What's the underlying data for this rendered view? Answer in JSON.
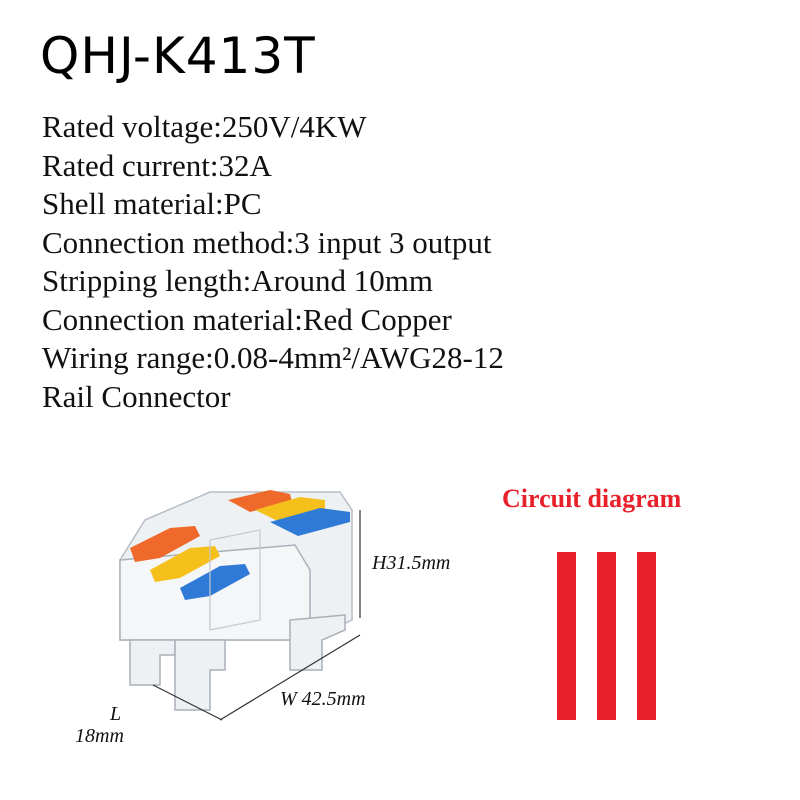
{
  "product": {
    "title": "QHJ-K413T",
    "specs": [
      "Rated voltage:250V/4KW",
      "Rated current:32A",
      "Shell material:PC",
      "Connection method:3 input 3 output",
      "Stripping length:Around 10mm",
      "Connection material:Red Copper",
      "Wiring range:0.08-4mm²/AWG28-12",
      "Rail Connector"
    ]
  },
  "dimensions": {
    "height": "H31.5mm",
    "width": "W 42.5mm",
    "length_letter": "L",
    "length_value": "18mm"
  },
  "circuit": {
    "title": "Circuit diagram",
    "color": "#e8202a",
    "lines": 3
  },
  "colors": {
    "lever_orange": "#ef6a2a",
    "lever_yellow": "#f6c01c",
    "lever_blue": "#2f7ad6",
    "housing": "#e9edf1"
  }
}
